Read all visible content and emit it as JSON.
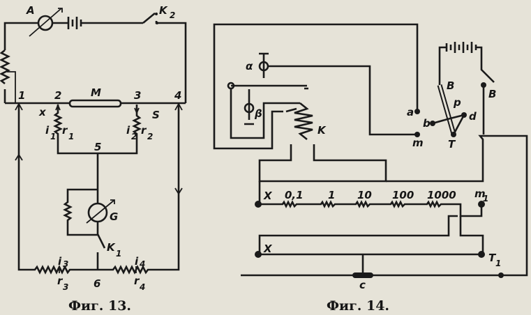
{
  "figure13": {
    "caption": "Фиг. 13.",
    "labels": {
      "ammeter": "A",
      "switch_k2": "K",
      "switch_k2_sub": "2",
      "node1": "1",
      "node2": "2",
      "node3": "3",
      "node4": "4",
      "node5": "5",
      "node6": "6",
      "sample": "M",
      "x": "x",
      "s": "S",
      "i1": "i",
      "i1_sub": "1",
      "r1": "r",
      "r1_sub": "1",
      "i2": "i",
      "i2_sub": "2",
      "r2": "r",
      "r2_sub": "2",
      "i3": "i",
      "i3_sub": "3",
      "r3": "r",
      "r3_sub": "3",
      "i4": "i",
      "i4_sub": "4",
      "r4": "r",
      "r4_sub": "4",
      "galvanometer": "G",
      "switch_k1": "K",
      "switch_k1_sub": "1"
    }
  },
  "figure14": {
    "caption": "Фиг. 14.",
    "labels": {
      "alpha": "α",
      "beta": "β",
      "coil": "K",
      "a": "a",
      "m": "m",
      "b": "b",
      "d": "d",
      "T": "T",
      "B": "B",
      "B2": "B",
      "p": "p",
      "X1": "X",
      "X2": "X",
      "m1": "m",
      "m1_sub": "1",
      "T1": "T",
      "T1_sub": "1",
      "c": "c"
    },
    "resistor_values": [
      "0,1",
      "1",
      "10",
      "100",
      "1000"
    ]
  }
}
